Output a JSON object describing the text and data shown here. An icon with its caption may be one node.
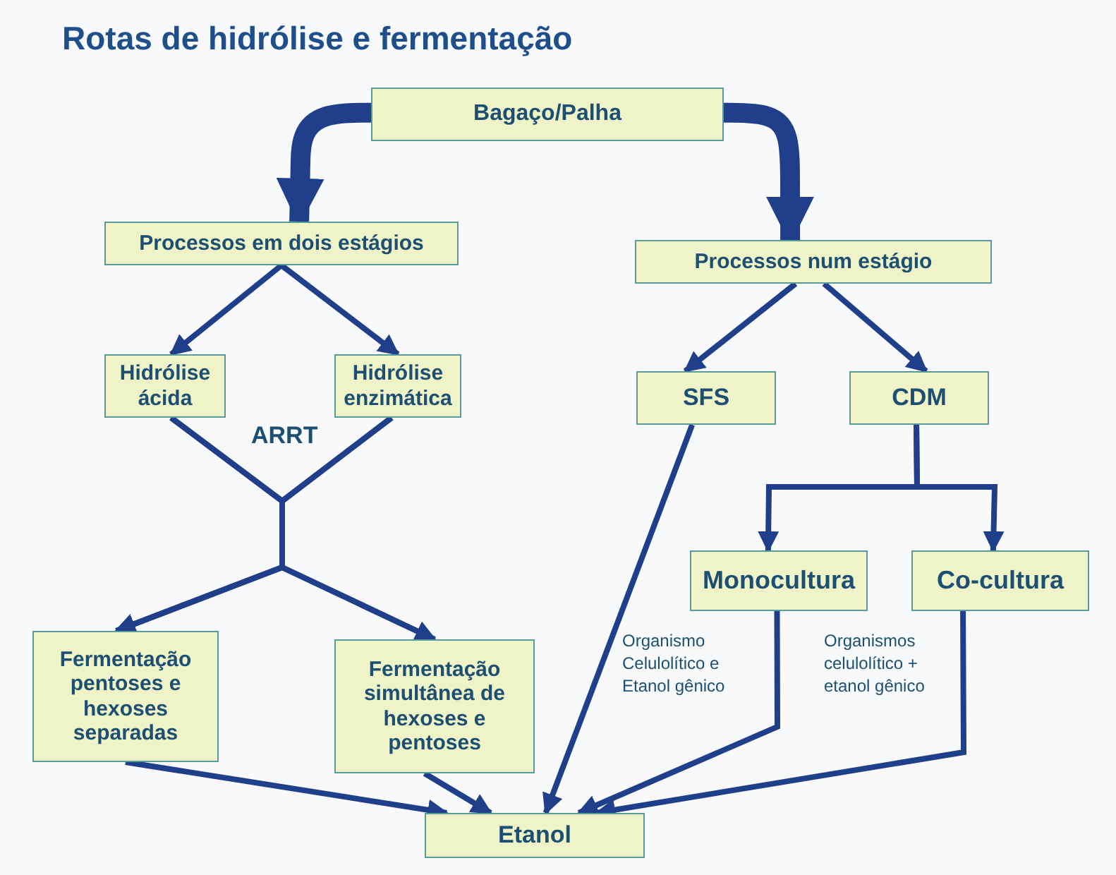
{
  "diagram": {
    "title": "Rotas de hidrólise e fermentação",
    "nodes": [
      {
        "text": [
          "Bagaço/Palha"
        ]
      },
      {
        "text": [
          "Processos em dois estágios"
        ]
      },
      {
        "text": [
          "Hidrólise ácida"
        ]
      },
      {
        "text": [
          "Hidrólise enzimática"
        ]
      },
      {
        "text": [
          "Processos num estágio"
        ]
      },
      {
        "text": [
          "SFS"
        ]
      },
      {
        "text": [
          "CDM"
        ]
      },
      {
        "text": [
          "Monocultura"
        ]
      },
      {
        "text": [
          "Co-cultura"
        ]
      },
      {
        "text": [
          "Fermentação pentoses e hexoses separadas"
        ]
      },
      {
        "text": [
          "Fermentação simultânea de hexoses e pentoses"
        ]
      },
      {
        "text": [
          "Etanol"
        ]
      }
    ],
    "edges": [
      {
        "from": 0,
        "to": 1,
        "arrow": "to",
        "style": "thick"
      },
      {
        "from": 0,
        "to": 4,
        "arrow": "to",
        "style": "thick"
      },
      {
        "from": 1,
        "to": 2,
        "arrow": "to"
      },
      {
        "from": 1,
        "to": 3,
        "arrow": "to"
      },
      {
        "from": 2,
        "to": 9,
        "arrow": "to"
      },
      {
        "from": 2,
        "to": 10,
        "arrow": "to"
      },
      {
        "from": 3,
        "to": 9,
        "arrow": "to"
      },
      {
        "from": 3,
        "to": 10,
        "arrow": "to"
      },
      {
        "from": 4,
        "to": 5,
        "arrow": "to"
      },
      {
        "from": 4,
        "to": 6,
        "arrow": "to"
      },
      {
        "from": 5,
        "to": 11,
        "arrow": "to"
      },
      {
        "from": 6,
        "to": 7,
        "arrow": "to"
      },
      {
        "from": 6,
        "to": 8,
        "arrow": "to"
      },
      {
        "from": 7,
        "to": 11,
        "arrow": "to"
      },
      {
        "from": 8,
        "to": 11,
        "arrow": "to"
      },
      {
        "from": 9,
        "to": 11,
        "arrow": "to"
      },
      {
        "from": 10,
        "to": 11,
        "arrow": "to"
      }
    ],
    "labels": [
      "ARRT",
      "Organismo Celulolítico e Etanol gênico",
      "Organismos celulolítico + etanol gênico"
    ]
  }
}
